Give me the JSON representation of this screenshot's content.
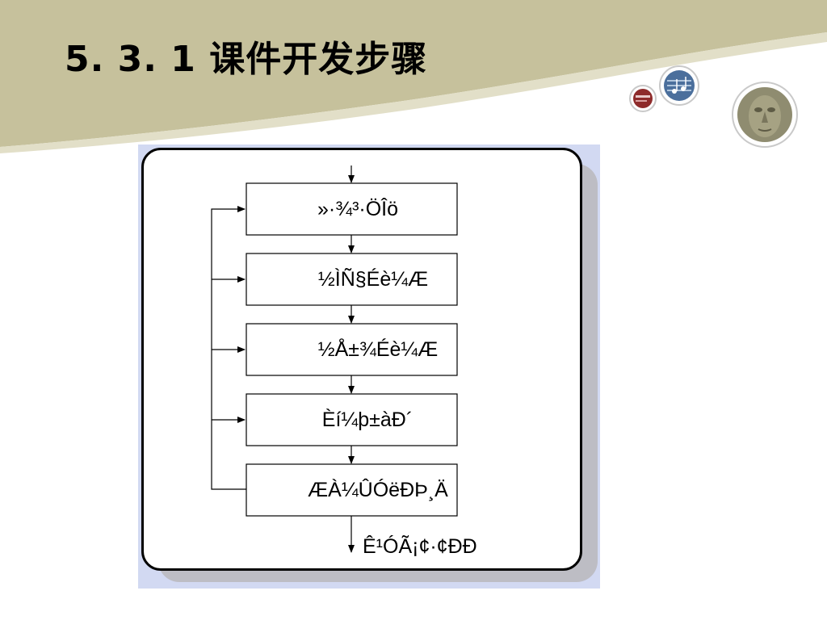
{
  "slide": {
    "title": "5. 3. 1  课件开发步骤"
  },
  "theme": {
    "band_color": "#c6c19c",
    "band_highlight": "#e2dfc8",
    "panel_background": "#d2d9f2",
    "panel_border": "#000000"
  },
  "decorations": [
    {
      "name": "red-media-icon"
    },
    {
      "name": "music-notes-icon"
    },
    {
      "name": "stone-face-icon"
    }
  ],
  "flowchart": {
    "steps": [
      {
        "label": "»·¾³·ÖÎö"
      },
      {
        "label": "½ÌÑ§Éè¼Æ"
      },
      {
        "label": "½Å±¾Éè¼Æ"
      },
      {
        "label": "Èí¼þ±àÐ´"
      },
      {
        "label": "ÆÀ¼ÛÓëÐÞ¸Ä"
      }
    ],
    "exit_label": "Ê¹ÓÃ¡¢·¢ÐÐ"
  }
}
